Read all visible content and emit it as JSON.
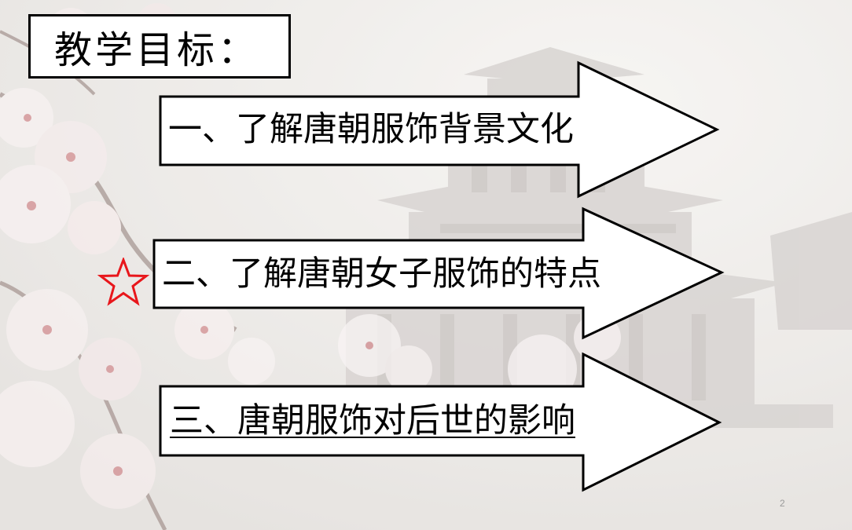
{
  "slide": {
    "title": "教学目标：",
    "objectives": [
      {
        "label": "一、了解唐朝服饰背景文化",
        "highlighted": false,
        "underlined": false
      },
      {
        "label": "二、了解唐朝女子服饰的特点",
        "highlighted": true,
        "underlined": false
      },
      {
        "label": "三、唐朝服饰对后世的影响",
        "highlighted": false,
        "underlined": true
      }
    ],
    "page_number": "2"
  },
  "colors": {
    "star": "#e8161b",
    "arrow_fill": "#ffffff",
    "arrow_stroke": "#000000"
  },
  "icons": {
    "highlight": "star-icon"
  }
}
